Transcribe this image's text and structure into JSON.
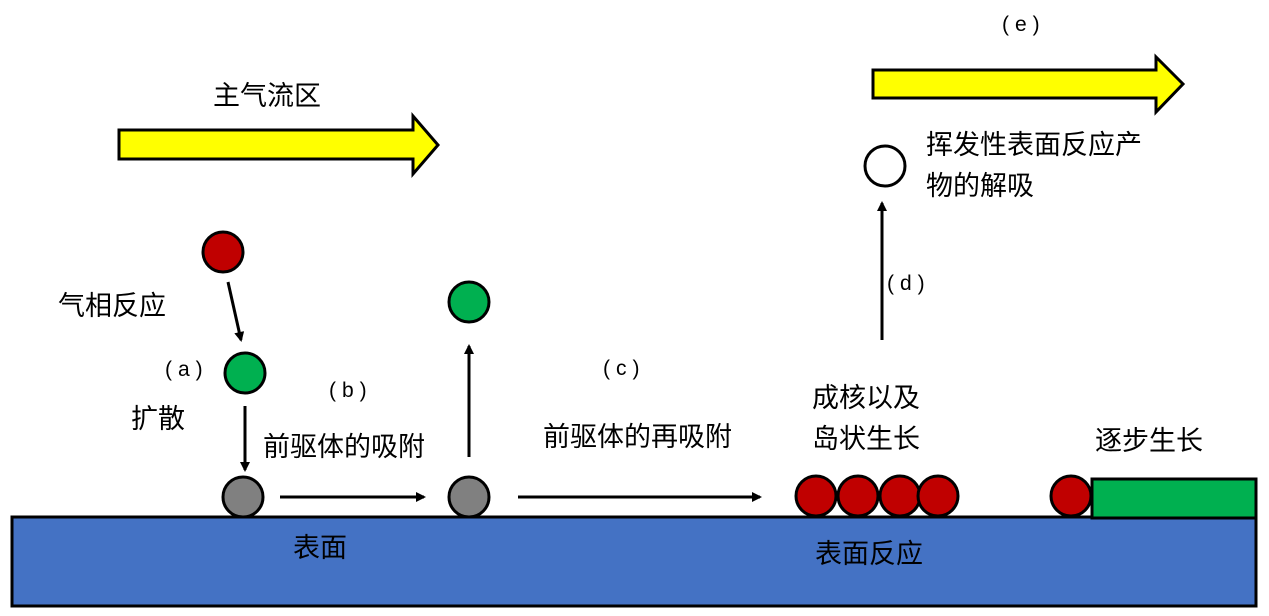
{
  "colors": {
    "gas_flow_arrow": "#ffff00",
    "reactant": "#c00000",
    "precursor": "#00b050",
    "adsorbed": "#808080",
    "product": "#ffffff",
    "substrate": "#4472c4",
    "film": "#00b050",
    "outline": "#000000"
  },
  "labels": {
    "main_gas_flow": "主气流区",
    "gas_phase_reaction": "气相反应",
    "diffusion": "扩散",
    "precursor_adsorption": "前驱体的吸附",
    "precursor_readsorption": "前驱体的再吸附",
    "nucleation_island": [
      "成核以及",
      "岛状生长"
    ],
    "step_growth": "逐步生长",
    "volatile_desorption": [
      "挥发性表面反应产",
      "物的解吸"
    ],
    "surface": "表面",
    "surface_reaction": "表面反应"
  },
  "step_tags": {
    "a": "(a)",
    "b": "(b)",
    "c": "(c)",
    "d": "(d)",
    "e": "(e)"
  }
}
